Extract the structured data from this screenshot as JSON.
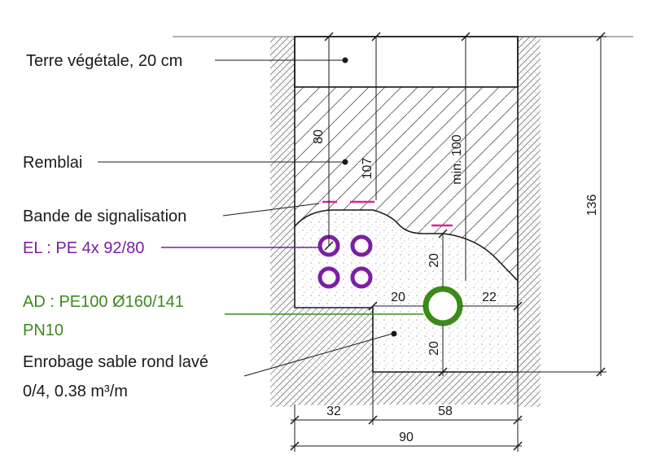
{
  "labels": {
    "topsoil": "Terre végétale, 20 cm",
    "backfill": "Remblai",
    "warning_tape": "Bande de signalisation",
    "el_conduits": "EL : PE 4x 92/80",
    "ad_pipe_line1": "AD : PE100  Ø160/141",
    "ad_pipe_line2": "PN10",
    "bedding_line1": "Enrobage sable rond lavé",
    "bedding_line2": "0/4, 0.38 m³/m"
  },
  "dimensions": {
    "d80": "80",
    "d107": "107",
    "dmin100": "min. 100",
    "d136": "136",
    "d20_upper": "20",
    "d20_left": "20",
    "d22": "22",
    "d20_lower": "20",
    "d32": "32",
    "d58": "58",
    "d90": "90"
  },
  "colors": {
    "el_conduit": "#7a1fa2",
    "ad_pipe": "#3b8a1a",
    "warning_tape": "#e0209e",
    "ink": "#1a1a1a"
  }
}
